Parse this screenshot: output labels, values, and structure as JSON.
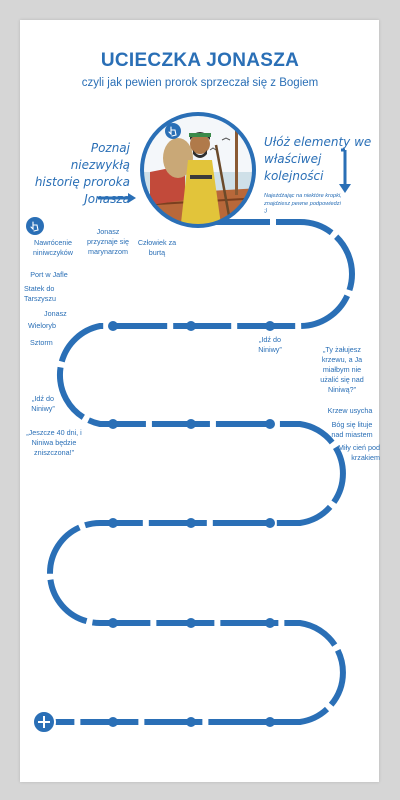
{
  "header": {
    "title": "UCIECZKA JONASZA",
    "subtitle": "czyli jak pewien prorok sprzeczał się z Bogiem"
  },
  "intro_text": {
    "left": "Poznaj niezwykłą historię proroka Jonasza",
    "right": "Ułóż elementy we właściwej kolejności",
    "hint": "Najeżdżając na niektóre kropki, znajdziesz pewne podpowiedzi ;)"
  },
  "colors": {
    "accent": "#2a6fb6",
    "background": "#d6d6d6",
    "card": "#ffffff"
  },
  "icons": {
    "hand_top": "pointer-hand-icon",
    "hand_left": "pointer-hand-icon",
    "add": "plus-icon",
    "arrow_right": "arrow-right-icon",
    "arrow_down": "arrow-down-icon"
  },
  "cards": {
    "nawrocenie": "Nawrócenie niniwczyków",
    "jonasz_przyznaje": "Jonasz przyznaje się marynarzom",
    "czlowiek": "Człowiek za burtą",
    "port": "Port w Jafle",
    "statek": "Statek do Tarszyszu",
    "jonasz_wielki": "Jonasz",
    "wieloryb": "Wieloryb",
    "sztorm": "Sztorm",
    "idz_do_niniwy_top": "„Idź do Niniwy”",
    "ty_zalujesz": "„Ty żałujesz krzewu, a Ja miałbym nie użalić się nad Niniwą?”",
    "idz_do_niniwy_left": "„Idź do Niniwy”",
    "krzew": "Krzew usycha",
    "bog_lituje": "Bóg się lituje nad miastem",
    "jeszcze": "„Jeszcze 40 dni, i Niniwa będzie zniszczona!”",
    "mily_cien": "Miły cień pod krzakiem"
  }
}
